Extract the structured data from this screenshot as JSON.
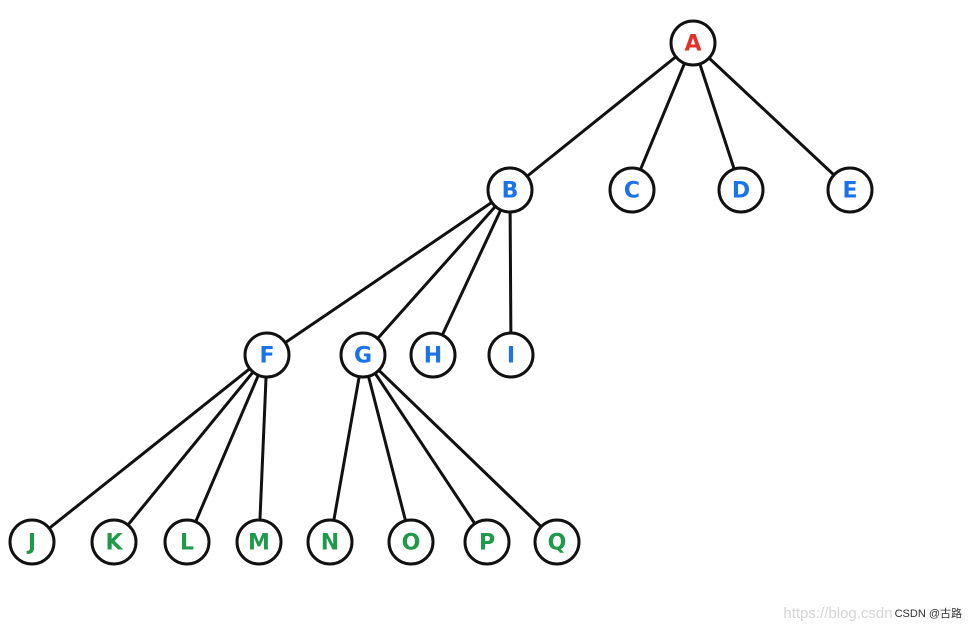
{
  "colors": {
    "root": "#e0312b",
    "level1": "#1a73e8",
    "level2": "#1a73e8",
    "leaf": "#1f9a4a",
    "edge": "#111111"
  },
  "nodes": [
    {
      "id": "A",
      "label": "A",
      "level": 0
    },
    {
      "id": "B",
      "label": "B",
      "level": 1
    },
    {
      "id": "C",
      "label": "C",
      "level": 1
    },
    {
      "id": "D",
      "label": "D",
      "level": 1
    },
    {
      "id": "E",
      "label": "E",
      "level": 1
    },
    {
      "id": "F",
      "label": "F",
      "level": 2
    },
    {
      "id": "G",
      "label": "G",
      "level": 2
    },
    {
      "id": "H",
      "label": "H",
      "level": 2
    },
    {
      "id": "I",
      "label": "I",
      "level": 2
    },
    {
      "id": "J",
      "label": "J",
      "level": 3
    },
    {
      "id": "K",
      "label": "K",
      "level": 3
    },
    {
      "id": "L",
      "label": "L",
      "level": 3
    },
    {
      "id": "M",
      "label": "M",
      "level": 3
    },
    {
      "id": "N",
      "label": "N",
      "level": 3
    },
    {
      "id": "O",
      "label": "O",
      "level": 3
    },
    {
      "id": "P",
      "label": "P",
      "level": 3
    },
    {
      "id": "Q",
      "label": "Q",
      "level": 3
    }
  ],
  "edges": [
    [
      "A",
      "B"
    ],
    [
      "A",
      "C"
    ],
    [
      "A",
      "D"
    ],
    [
      "A",
      "E"
    ],
    [
      "B",
      "F"
    ],
    [
      "B",
      "G"
    ],
    [
      "B",
      "H"
    ],
    [
      "B",
      "I"
    ],
    [
      "F",
      "J"
    ],
    [
      "F",
      "K"
    ],
    [
      "F",
      "L"
    ],
    [
      "F",
      "M"
    ],
    [
      "G",
      "N"
    ],
    [
      "G",
      "O"
    ],
    [
      "G",
      "P"
    ],
    [
      "G",
      "Q"
    ]
  ],
  "watermark": {
    "url": "https://blog.csdn.net/Echo",
    "tag": "CSDN @古路"
  }
}
